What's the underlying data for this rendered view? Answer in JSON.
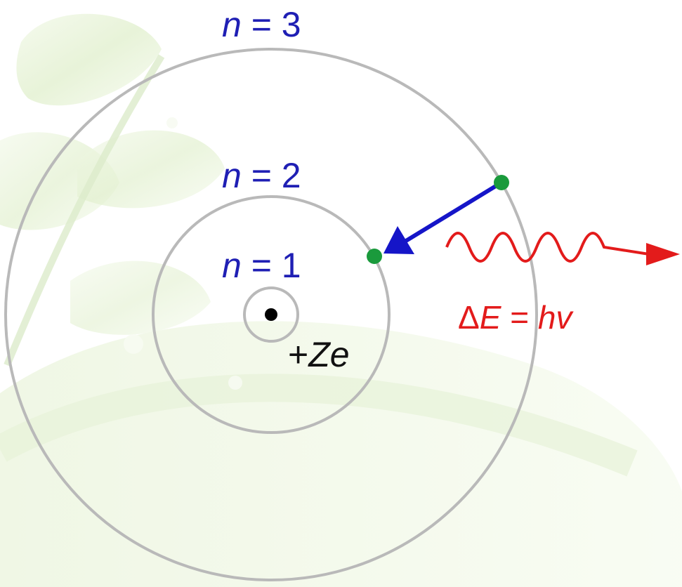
{
  "diagram": {
    "orbit_labels": [
      {
        "var": "n",
        "rest": " = 3"
      },
      {
        "var": "n",
        "rest": " = 2"
      },
      {
        "var": "n",
        "rest": " = 1"
      }
    ],
    "nucleus_label": {
      "sign": "+",
      "var": "Ze"
    },
    "energy_label": {
      "delta": "Δ",
      "var_e": "E",
      "eq": " = ",
      "var_hv": "hv"
    },
    "colors": {
      "orbit": "#b9b9b9",
      "electron": "#1a9a3c",
      "transition_arrow": "#1515c8",
      "photon": "#e31b1b",
      "orbit_label": "#1f1fb4",
      "nucleus": "#000000",
      "background_leaf": "#dff0c8"
    }
  }
}
